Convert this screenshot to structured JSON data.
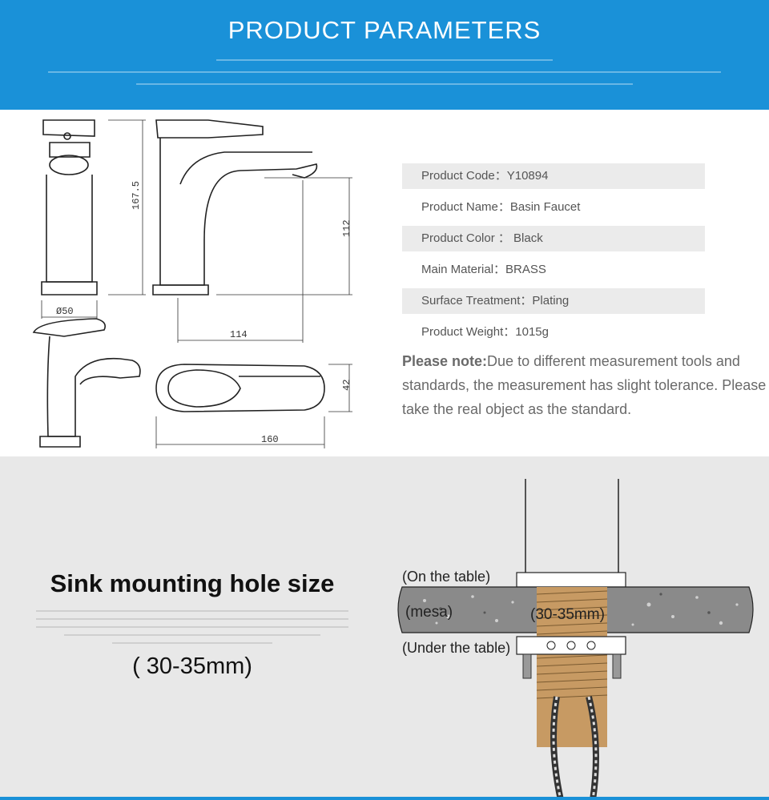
{
  "header": {
    "title": "PRODUCT PARAMETERS"
  },
  "drawing": {
    "height_label": "167.5",
    "base_label": "Ø50",
    "spout_height_label": "112",
    "reach_label": "114",
    "top_width_label": "42",
    "top_length_label": "160"
  },
  "specs": [
    {
      "text": "Product Code：Y10894"
    },
    {
      "text": "Product Name：Basin Faucet"
    },
    {
      "text": "Product Color ： Black"
    },
    {
      "text": "Main Material：BRASS"
    },
    {
      "text": "Surface Treatment：Plating"
    },
    {
      "text": "Product Weight：1015g"
    }
  ],
  "note": {
    "label": "Please note:",
    "text": "Due to different measurement tools and standards, the measurement has slight tolerance. Please take the real object as the standard."
  },
  "mounting": {
    "title": "Sink mounting hole size",
    "size": "( 30-35mm)",
    "on_table": "(On the table)",
    "mesa": "(mesa)",
    "hole": "(30-35mm)",
    "under_table": "(Under the table)"
  },
  "colors": {
    "banner": "#1a91d8",
    "lower_bg": "#e8e8e8",
    "thread": "#c79a63"
  }
}
